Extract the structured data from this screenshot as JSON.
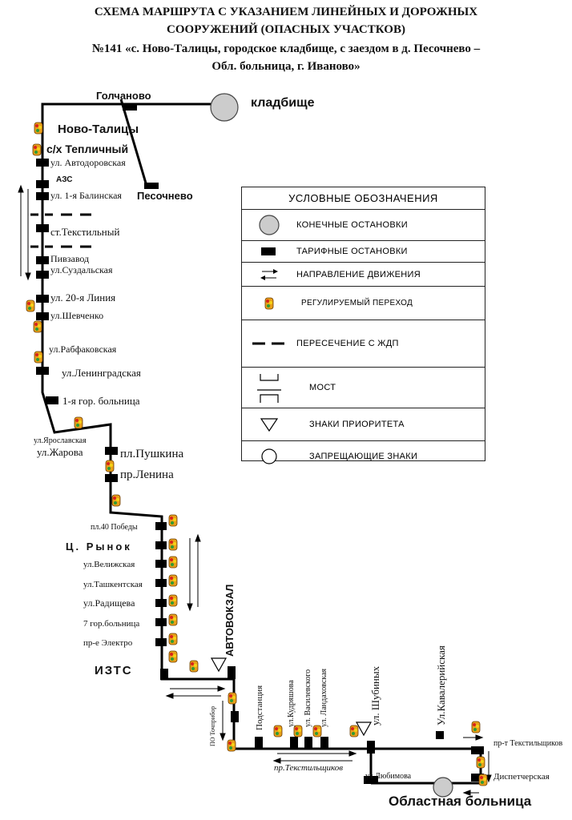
{
  "header": {
    "title_line1": "СХЕМА МАРШРУТА С УКАЗАНИЕМ ЛИНЕЙНЫХ И ДОРОЖНЫХ",
    "title_line2": "СООРУЖЕНИЙ (ОПАСНЫХ УЧАСТКОВ)",
    "route_line1": "№141 «с. Ново-Талицы, городское кладбище, с заездом в д. Песочнево –",
    "route_line2": "Обл. больница, г. Иваново»"
  },
  "legend": {
    "title": "УСЛОВНЫЕ ОБОЗНАЧЕНИЯ",
    "items": [
      {
        "label": "КОНЕЧНЫЕ ОСТАНОВКИ",
        "icon": "terminal-stop-icon"
      },
      {
        "label": "ТАРИФНЫЕ ОСТАНОВКИ",
        "icon": "fare-stop-icon"
      },
      {
        "label": "НАПРАВЛЕНИЕ ДВИЖЕНИЯ",
        "icon": "direction-arrows-icon"
      },
      {
        "label": "РЕГУЛИРУЕМЫЙ ПЕРЕХОД",
        "icon": "traffic-light-icon"
      },
      {
        "label": "ПЕРЕСЕЧЕНИЕ С ЖДП",
        "icon": "railway-crossing-icon"
      },
      {
        "label": "МОСТ",
        "icon": "bridge-icon"
      },
      {
        "label": "ЗНАКИ ПРИОРИТЕТА",
        "icon": "priority-sign-icon"
      },
      {
        "label": "ЗАПРЕЩАЮЩИЕ ЗНАКИ",
        "icon": "prohibitory-sign-icon"
      }
    ]
  },
  "map": {
    "top": {
      "golchanovo": "Голчаново",
      "cemetery": "кладбище",
      "pesochnevo": "Песочнево"
    },
    "upper_stops": {
      "novo_talitsy": "Ново-Талицы",
      "teplichny": "с/х Тепличный",
      "avtodorovskaya": "ул. Автодоровская",
      "azs": "АЗС",
      "balinskaya": "ул. 1-я Балинская",
      "tekstilny": "ст.Текстильный",
      "pivzavod": "Пивзавод",
      "suzdalskaya": "ул.Суздальская",
      "liniya20": "ул. 20-я Линия",
      "shevchenko": "ул.Шевченко",
      "rabfakovskaya": "ул.Рабфаковская",
      "leningradskaya": "ул.Ленинградская",
      "hospital1": "1-я гор. больница"
    },
    "center_stops": {
      "yaroslavskaya": "ул.Ярославская",
      "zharova": "ул.Жарова",
      "pushkina": "пл.Пушкина",
      "lenina": "пр.Ленина"
    },
    "middle_stops": {
      "pobedy": "пл.40 Победы",
      "rynok": "Ц. Рынок",
      "velizhskaya": "ул.Велижская",
      "tashkentskaya": "ул.Ташкентская",
      "radishcheva": "ул.Радищева",
      "hospital7": "7 гор.больница",
      "elektro": "пр-е Электро",
      "izts": "ИЗТС",
      "avtovokzal": "АВТОВОКЗАЛ"
    },
    "lower_stops": {
      "tochpribor": "ПО Точприбор",
      "podstantsiya": "Подстанция",
      "kudryashova": "ул.Кудряшова",
      "vasilevskogo": "ул. Василевского",
      "landakhovskaya": "ул. Ландаховская",
      "shubinykh": "ул. Шубиных",
      "kavaleriyskaya": "Ул.Кавалерийская",
      "tekstilshchikov_street": "пр.Текстильщиков",
      "tekstilshchikov_pr": "пр-т Текстильщиков",
      "lyubimova": "ул.Любимова",
      "dispatcher": "Диспетчерская",
      "oblast_hospital": "Областная больница"
    }
  }
}
